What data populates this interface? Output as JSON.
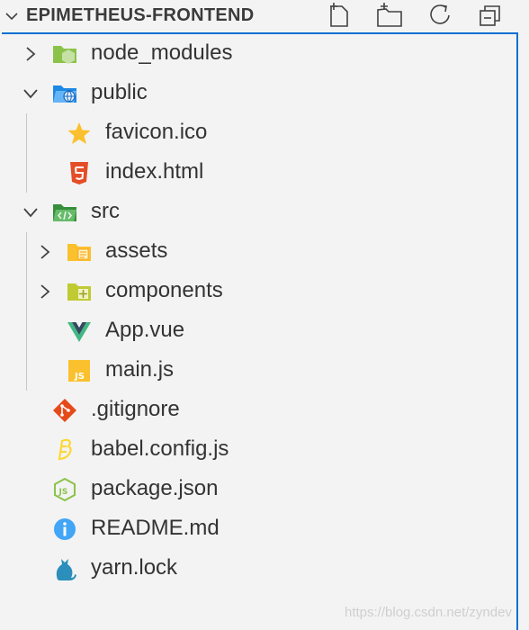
{
  "explorer": {
    "title": "EPIMETHEUS-FRONTEND",
    "actions": [
      {
        "name": "new-file",
        "icon": "new-file-icon"
      },
      {
        "name": "new-folder",
        "icon": "new-folder-icon"
      },
      {
        "name": "refresh",
        "icon": "refresh-icon"
      },
      {
        "name": "collapse-all",
        "icon": "collapse-all-icon"
      }
    ]
  },
  "tree": [
    {
      "label": "node_modules",
      "icon": "nodejs-folder-icon",
      "type": "folder",
      "expanded": false,
      "depth": 0
    },
    {
      "label": "public",
      "icon": "public-folder-icon",
      "type": "folder",
      "expanded": true,
      "depth": 0
    },
    {
      "label": "favicon.ico",
      "icon": "star-icon",
      "type": "file",
      "depth": 1
    },
    {
      "label": "index.html",
      "icon": "html5-icon",
      "type": "file",
      "depth": 1
    },
    {
      "label": "src",
      "icon": "src-folder-icon",
      "type": "folder",
      "expanded": true,
      "depth": 0
    },
    {
      "label": "assets",
      "icon": "assets-folder-icon",
      "type": "folder",
      "expanded": false,
      "depth": 1
    },
    {
      "label": "components",
      "icon": "components-folder-icon",
      "type": "folder",
      "expanded": false,
      "depth": 1
    },
    {
      "label": "App.vue",
      "icon": "vue-icon",
      "type": "file",
      "depth": 1
    },
    {
      "label": "main.js",
      "icon": "javascript-icon",
      "type": "file",
      "depth": 1
    },
    {
      "label": ".gitignore",
      "icon": "git-icon",
      "type": "file",
      "depth": 0
    },
    {
      "label": "babel.config.js",
      "icon": "babel-icon",
      "type": "file",
      "depth": 0
    },
    {
      "label": "package.json",
      "icon": "nodejs-icon",
      "type": "file",
      "depth": 0
    },
    {
      "label": "README.md",
      "icon": "info-icon",
      "type": "file",
      "depth": 0
    },
    {
      "label": "yarn.lock",
      "icon": "yarn-icon",
      "type": "file",
      "depth": 0
    }
  ],
  "watermark": "https://blog.csdn.net/zyndev",
  "colors": {
    "focus": "#0a6fd1",
    "background": "#f3f3f3"
  }
}
